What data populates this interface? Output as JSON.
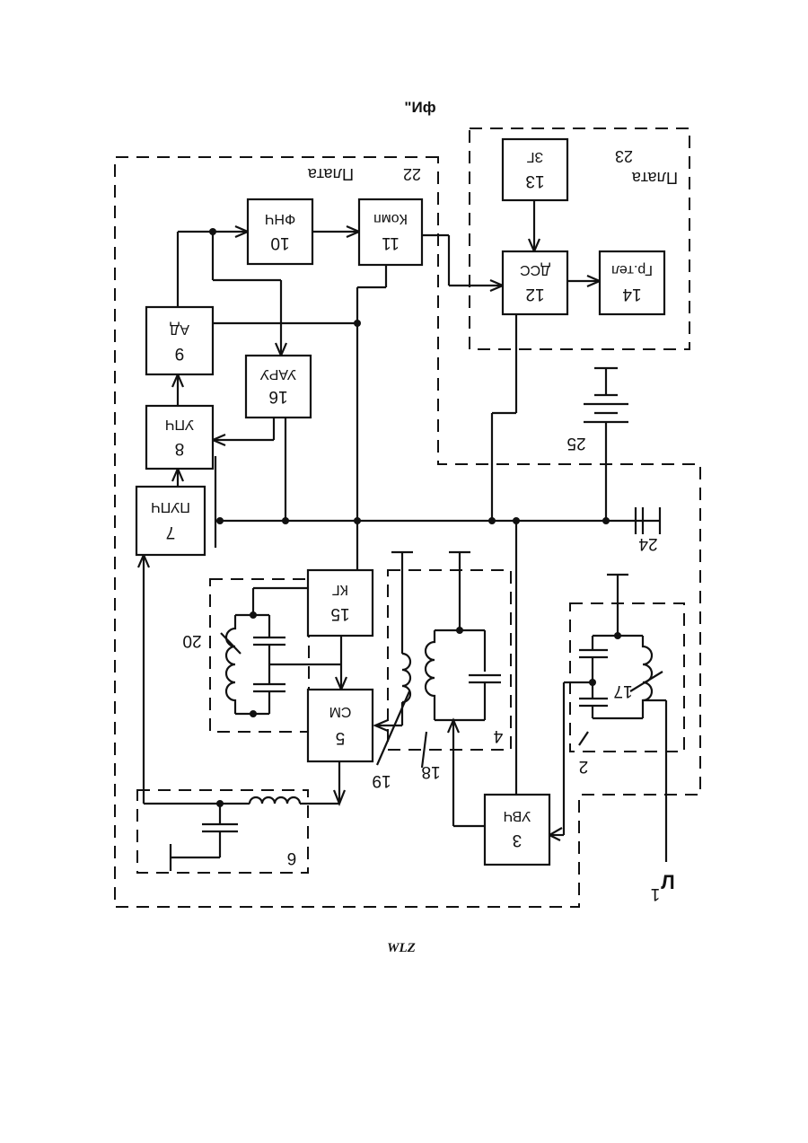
{
  "header_text": "\"Иф",
  "footer_text": "WLZ",
  "boards": {
    "b22": {
      "name": "Плата",
      "number": "22"
    },
    "b23": {
      "name": "Плата",
      "number": "23"
    }
  },
  "blocks": {
    "b3": {
      "number": "3",
      "label": "УВЧ"
    },
    "b5": {
      "number": "5",
      "label": "СМ"
    },
    "b7": {
      "number": "7",
      "label": "ПУПЧ"
    },
    "b8": {
      "number": "8",
      "label": "УПЧ"
    },
    "b9": {
      "number": "9",
      "label": "АД"
    },
    "b10": {
      "number": "10",
      "label": "ФНЧ"
    },
    "b11": {
      "number": "11",
      "label": "Комп"
    },
    "b12": {
      "number": "12",
      "label": "ДСС"
    },
    "b13": {
      "number": "13",
      "label": "ЗГ"
    },
    "b14": {
      "number": "14",
      "label": "Гр.тел"
    },
    "b15": {
      "number": "15",
      "label": "КГ"
    },
    "b16": {
      "number": "16",
      "label": "УАРУ"
    }
  },
  "component_numbers": {
    "n1": "1",
    "n2": "2",
    "n4": "4",
    "n6": "6",
    "n17": "17",
    "n18": "18",
    "n19": "19",
    "n20": "20",
    "n24": "24",
    "n25": "25"
  },
  "antenna_letter": "Л"
}
